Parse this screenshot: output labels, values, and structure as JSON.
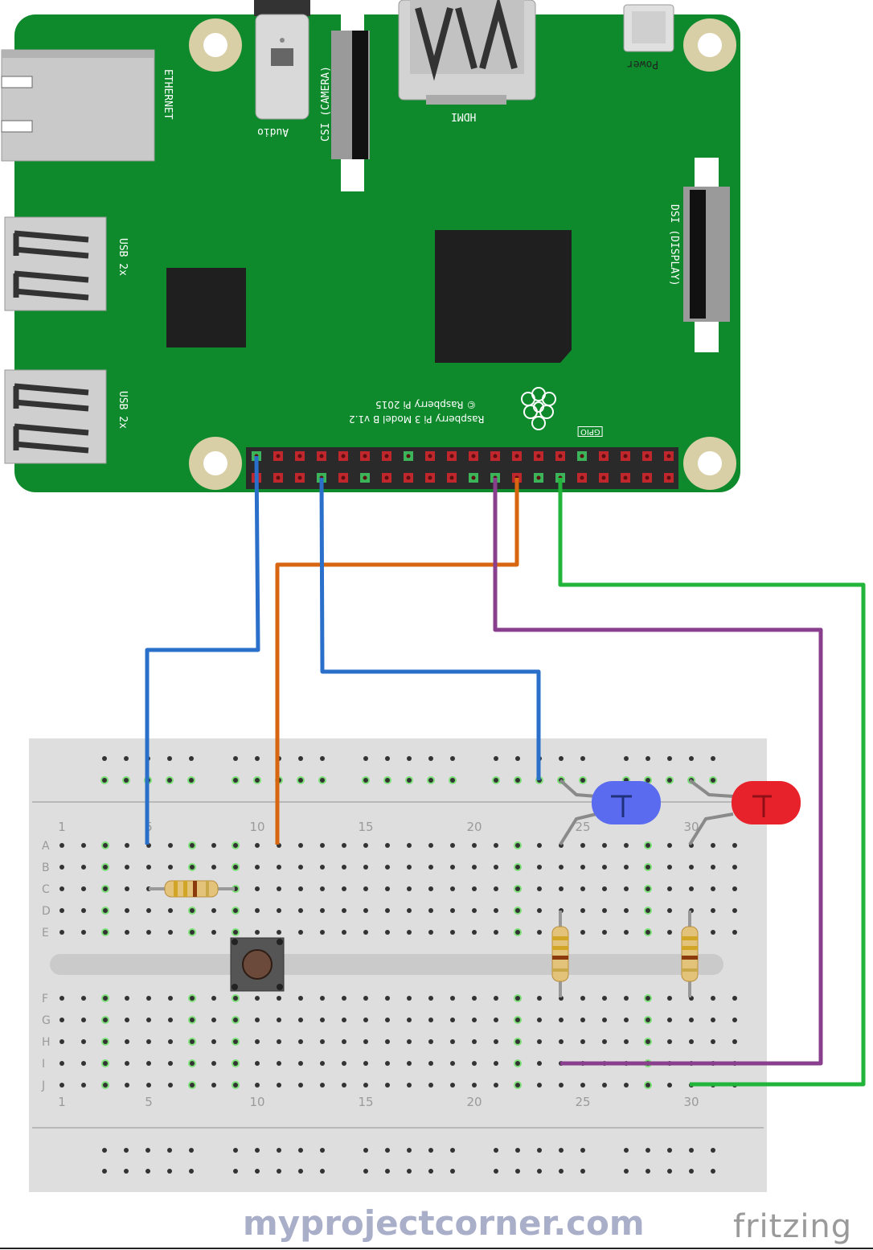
{
  "board": {
    "ethernet_label": "ETHERNET",
    "audio_label": "Audio",
    "camera_label": "CSI (CAMERA)",
    "hdmi_label": "HDMI",
    "power_label": "Power",
    "usb_top_label": "USB 2x",
    "usb_bottom_label": "USB 2x",
    "display_label": "DSI (DISPLAY)",
    "model_line1": "Raspberry Pi 3 Model B v1.2",
    "model_line2": "© Raspberry Pi 2015",
    "gpio_label": "GPIO"
  },
  "breadboard": {
    "row_letters": [
      "A",
      "B",
      "C",
      "D",
      "E",
      "F",
      "G",
      "H",
      "I",
      "J"
    ],
    "column_numbers": [
      "1",
      "5",
      "10",
      "15",
      "20",
      "25",
      "30"
    ]
  },
  "wire_colors": {
    "blue": "#2a6fc9",
    "orange": "#d8650f",
    "purple": "#8a3f8e",
    "green": "#22b43b"
  },
  "components": {
    "led_1": {
      "color": "#5a6bf0"
    },
    "led_2": {
      "color": "#e8222a"
    }
  },
  "watermark": "myprojectcorner.com",
  "brand": "fritzing"
}
